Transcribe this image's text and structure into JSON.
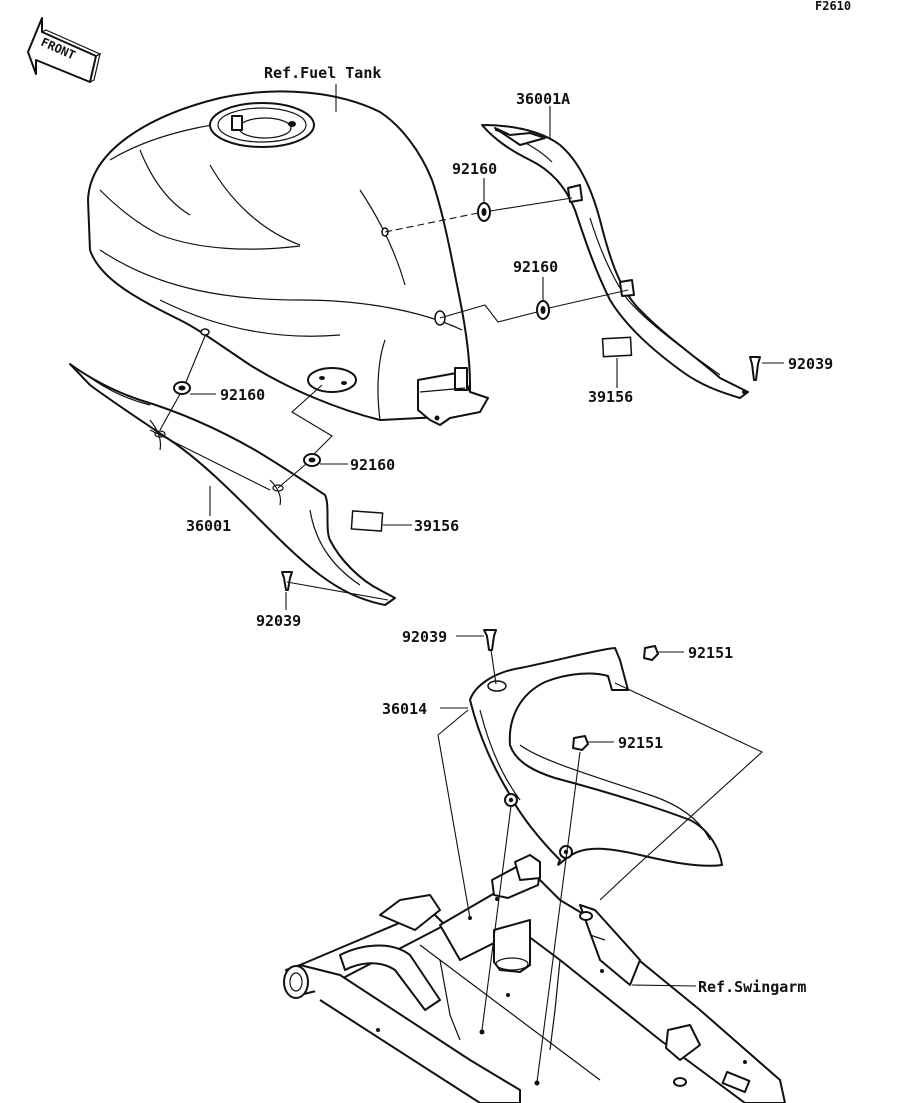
{
  "diagram_code": "F2610",
  "front_badge": "FRONT",
  "labels": {
    "ref_fuel_tank": "Ref.Fuel Tank",
    "part_36001a": "36001A",
    "part_92160_a": "92160",
    "part_92160_b": "92160",
    "part_92039_right": "92039",
    "part_39156_right": "39156",
    "part_92160_c": "92160",
    "part_92160_d": "92160",
    "part_39156_left": "39156",
    "part_36001": "36001",
    "part_92039_left": "92039",
    "part_92039_center": "92039",
    "part_92151_a": "92151",
    "part_36014": "36014",
    "part_92151_b": "92151",
    "ref_swingarm": "Ref.Swingarm"
  },
  "colors": {
    "ink": "#111111",
    "paper": "#ffffff"
  }
}
